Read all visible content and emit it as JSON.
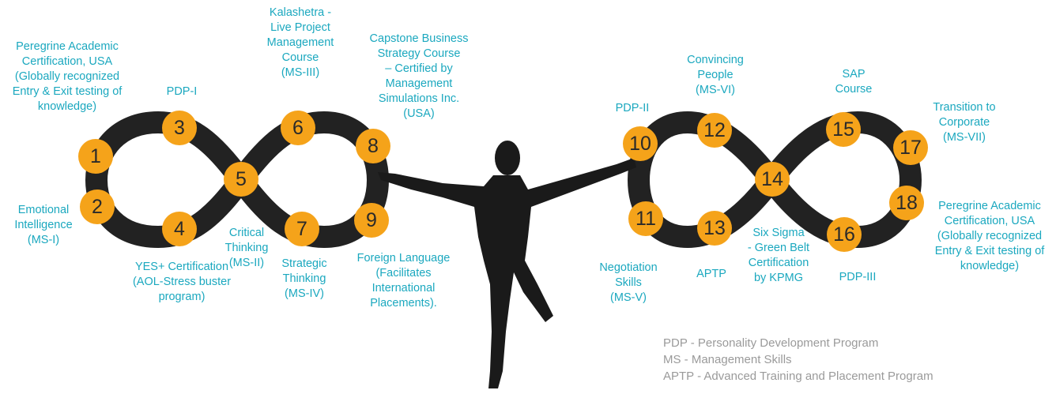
{
  "colors": {
    "accent": "#f5a31a",
    "label_text": "#1ba8bf",
    "loop_stroke": "#222222",
    "legend_text": "#9a9a9a",
    "figure": "#1a1a1a"
  },
  "steps": [
    {
      "num": "1",
      "label": "Peregrine Academic\nCertification, USA\n(Globally recognized\nEntry & Exit testing of\nknowledge)"
    },
    {
      "num": "2",
      "label": "Emotional\nIntelligence\n(MS-I)"
    },
    {
      "num": "3",
      "label": "PDP-I"
    },
    {
      "num": "4",
      "label": "YES+ Certification\n(AOL-Stress buster\nprogram)"
    },
    {
      "num": "5",
      "label": "Critical\nThinking\n(MS-II)"
    },
    {
      "num": "6",
      "label": "Kalashetra -\nLive Project\nManagement\nCourse\n(MS-III)"
    },
    {
      "num": "7",
      "label": "Strategic\nThinking\n(MS-IV)"
    },
    {
      "num": "8",
      "label": "Capstone Business\nStrategy Course\n– Certified by\nManagement\nSimulations Inc.\n(USA)"
    },
    {
      "num": "9",
      "label": "Foreign Language\n(Facilitates\nInternational\nPlacements)."
    },
    {
      "num": "10",
      "label": "PDP-II"
    },
    {
      "num": "11",
      "label": "Negotiation\nSkills\n(MS-V)"
    },
    {
      "num": "12",
      "label": "Convincing\nPeople\n(MS-VI)"
    },
    {
      "num": "13",
      "label": "APTP"
    },
    {
      "num": "14",
      "label": "Six Sigma\n- Green Belt\nCertification\nby KPMG"
    },
    {
      "num": "15",
      "label": "SAP\nCourse"
    },
    {
      "num": "16",
      "label": "PDP-III"
    },
    {
      "num": "17",
      "label": "Transition to\nCorporate\n(MS-VII)"
    },
    {
      "num": "18",
      "label": "Peregrine Academic\nCertification, USA\n(Globally recognized\nEntry & Exit testing of\nknowledge)"
    }
  ],
  "legend": [
    "PDP - Personality Development Program",
    "MS - Management Skills",
    "APTP - Advanced Training and Placement Program"
  ]
}
